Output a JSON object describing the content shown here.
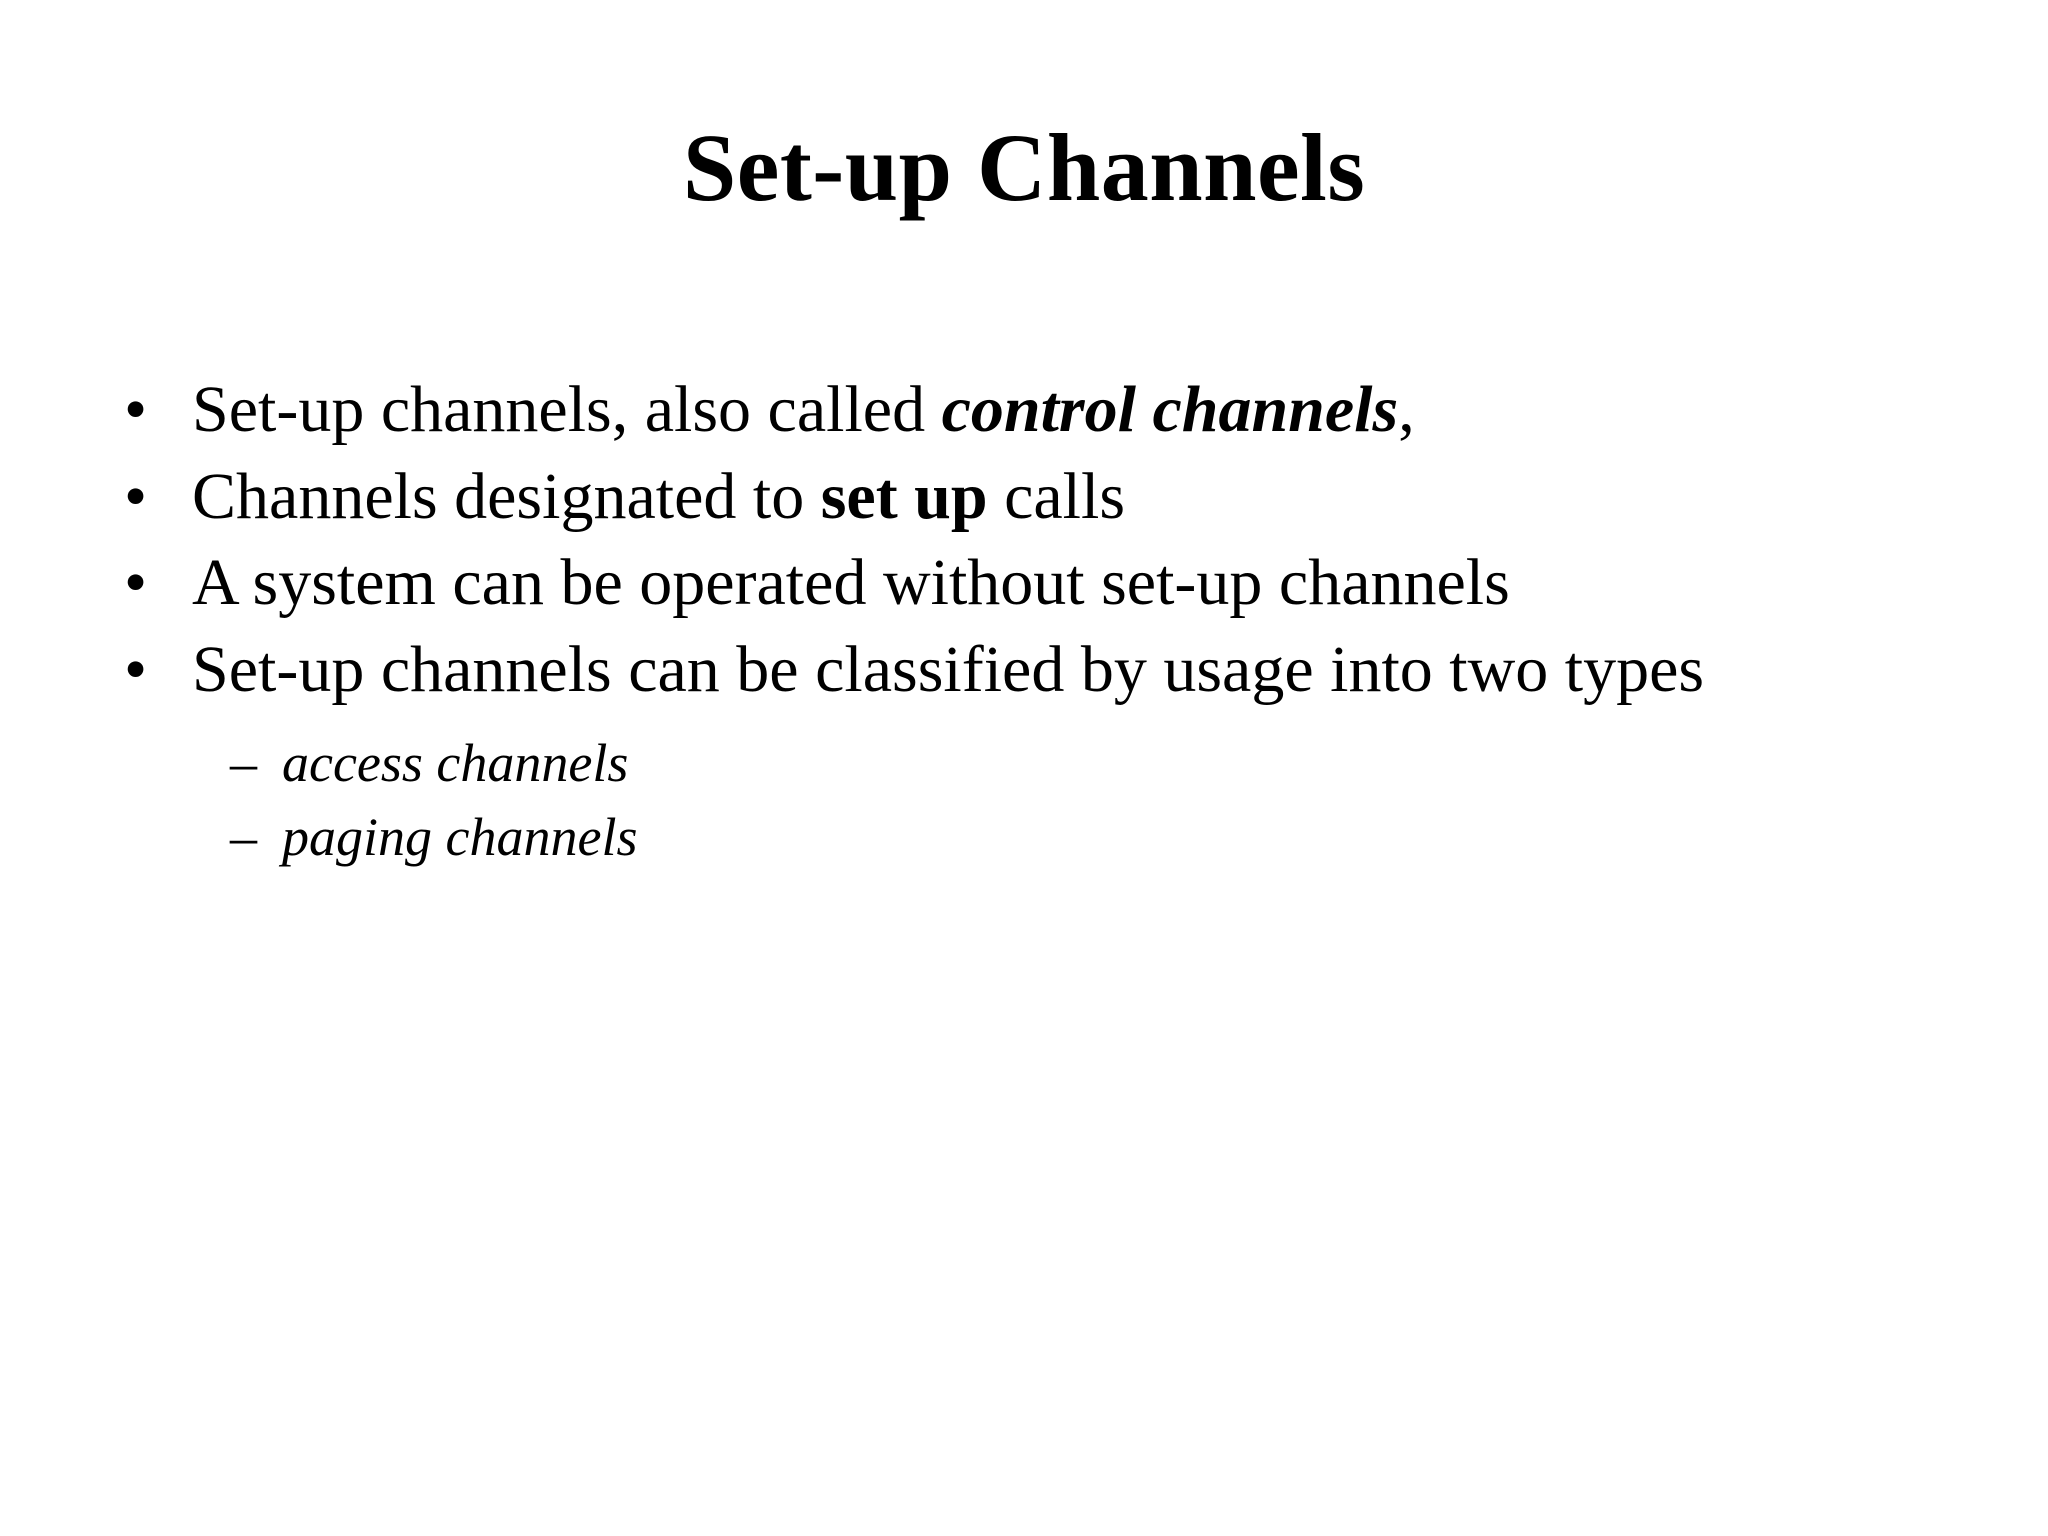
{
  "slide": {
    "title": "Set-up Channels",
    "background_color": "#ffffff",
    "text_color": "#000000",
    "bullet_marker": "•",
    "sub_bullet_marker": "–",
    "bullets": [
      {
        "runs": [
          {
            "text": "Set-up channels, also called ",
            "style": "regular"
          },
          {
            "text": "control channels",
            "style": "bold-italic"
          },
          {
            "text": ",",
            "style": "regular"
          }
        ]
      },
      {
        "runs": [
          {
            "text": "Channels designated to ",
            "style": "regular"
          },
          {
            "text": "set up",
            "style": "bold"
          },
          {
            "text": " calls",
            "style": "regular"
          }
        ]
      },
      {
        "runs": [
          {
            "text": "A system can be operated without set-up channels",
            "style": "regular"
          }
        ]
      },
      {
        "runs": [
          {
            "text": "Set-up channels can be classified by usage into two types",
            "style": "regular"
          }
        ]
      }
    ],
    "sub_bullets": [
      {
        "text": "access channels",
        "style": "italic"
      },
      {
        "text": "paging channels",
        "style": "italic"
      }
    ]
  }
}
